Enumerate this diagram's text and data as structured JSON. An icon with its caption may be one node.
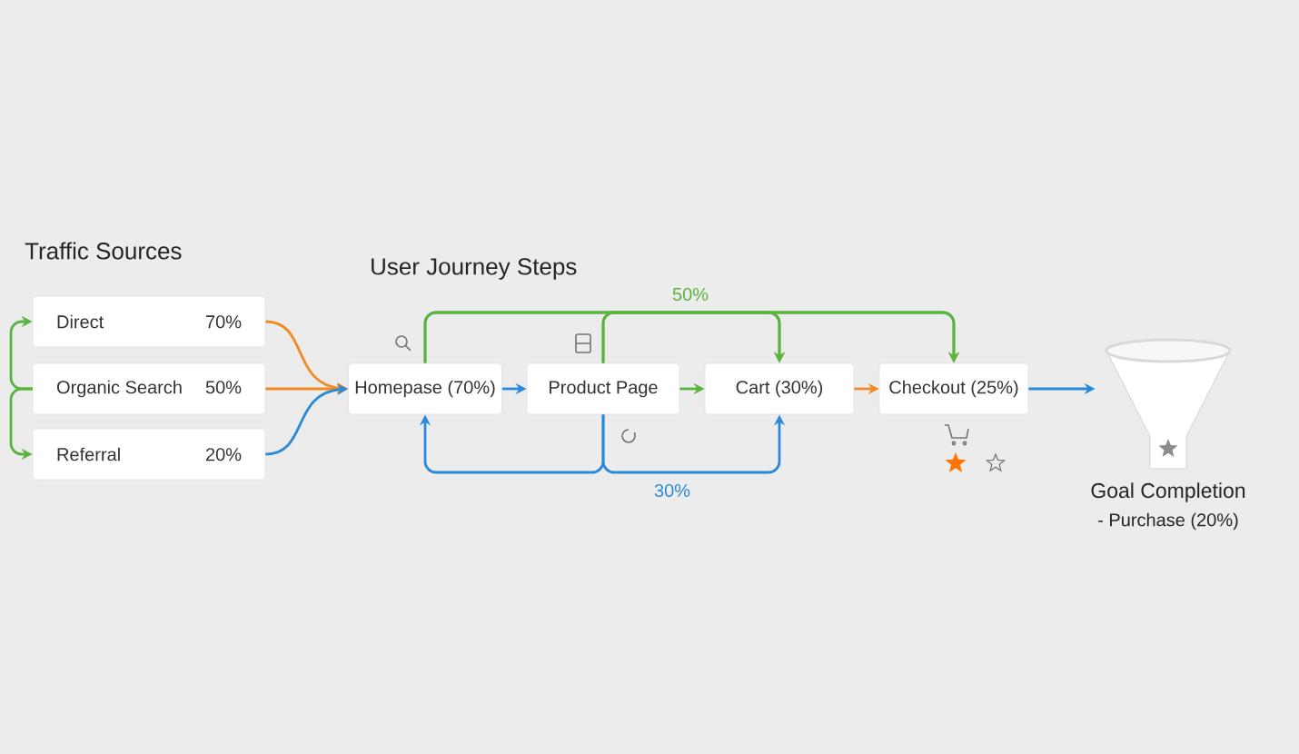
{
  "diagram": {
    "nodes": [
      {
        "text": [
          "Direct",
          "70%"
        ]
      },
      {
        "text": [
          "Organic Search",
          "50%"
        ]
      },
      {
        "text": [
          "Referral",
          "20%"
        ]
      },
      {
        "text": [
          "Homepase (70%)"
        ]
      },
      {
        "text": [
          "Product Page"
        ]
      },
      {
        "text": [
          "Cart (30%)"
        ]
      },
      {
        "text": [
          "Checkout (25%)"
        ]
      },
      {
        "text": [],
        "shape": "picture",
        "beside": [
          "Goal Completion",
          "- Purchase (20%)"
        ]
      }
    ],
    "edges": [
      {
        "from": 1,
        "to": 0,
        "arrow": "to",
        "color": "#5bb33f"
      },
      {
        "from": 1,
        "to": 2,
        "arrow": "to",
        "color": "#5bb33f"
      },
      {
        "from": 0,
        "to": 3,
        "arrow": "to",
        "color": "#f08a24"
      },
      {
        "from": 1,
        "to": 3,
        "arrow": "to",
        "color": "#f08a24"
      },
      {
        "from": 2,
        "to": 3,
        "arrow": "to",
        "color": "#2b8ad8"
      },
      {
        "from": 3,
        "to": 4,
        "arrow": "to",
        "color": "#2b8ad8"
      },
      {
        "from": 4,
        "to": 5,
        "arrow": "to",
        "color": "#5bb33f"
      },
      {
        "from": 5,
        "to": 6,
        "arrow": "to",
        "color": "#f08a24"
      },
      {
        "from": 6,
        "to": 7,
        "arrow": "to",
        "color": "#2b8ad8"
      },
      {
        "from": 3,
        "to": 5,
        "arrow": "to",
        "color": "#5bb33f",
        "label": "50%"
      },
      {
        "from": 3,
        "to": 6,
        "arrow": "to",
        "color": "#5bb33f"
      },
      {
        "from": 4,
        "to": 5,
        "arrow": "to",
        "color": "#5bb33f"
      },
      {
        "from": 4,
        "to": 6,
        "arrow": "to",
        "color": "#5bb33f"
      },
      {
        "from": 4,
        "to": 3,
        "arrow": "to",
        "color": "#2b8ad8"
      },
      {
        "from": 4,
        "to": 5,
        "arrow": "to",
        "color": "#2b8ad8",
        "label": "30%"
      }
    ],
    "labels": [
      "Traffic Sources",
      "User Journey Steps"
    ]
  }
}
